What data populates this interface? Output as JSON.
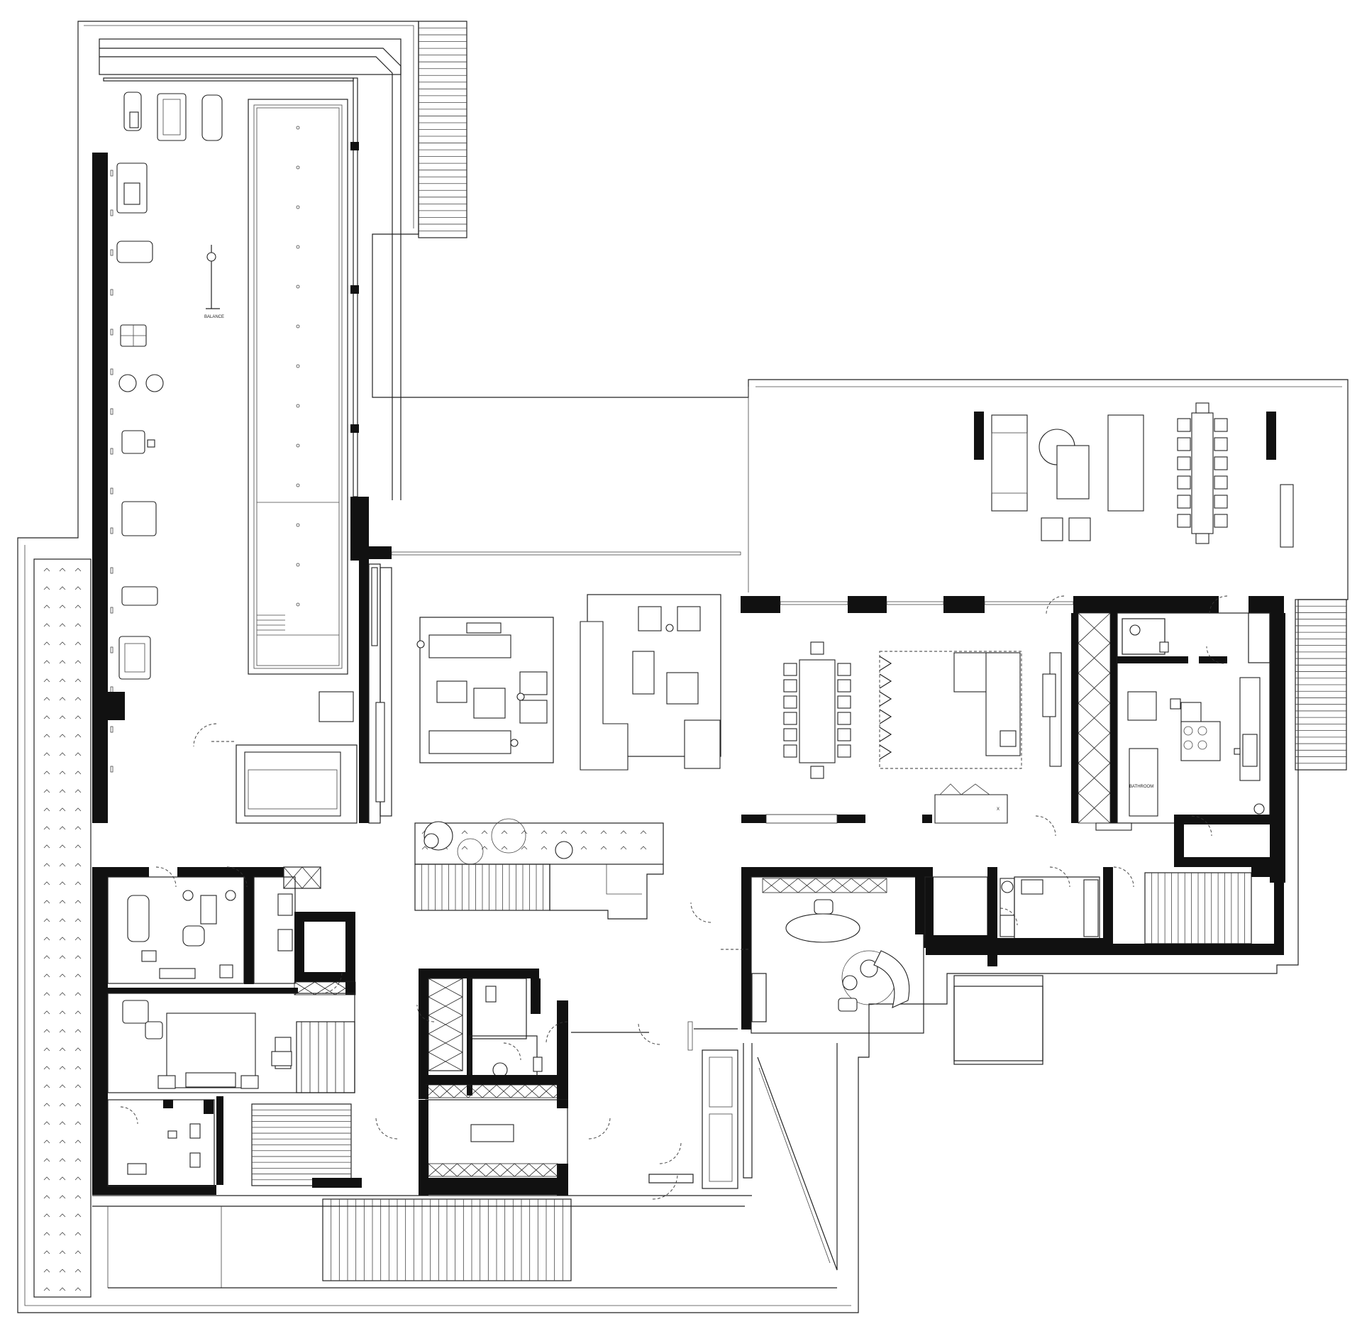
{
  "diagram": {
    "kind": "architectural-floor-plan",
    "colors": {
      "wall": "#111111",
      "line": "#222222",
      "background": "#ffffff"
    },
    "labels": {
      "equipment_tag": "BALANCE",
      "counter_mark": "X",
      "appliance_tag": "BATHROOM"
    }
  }
}
